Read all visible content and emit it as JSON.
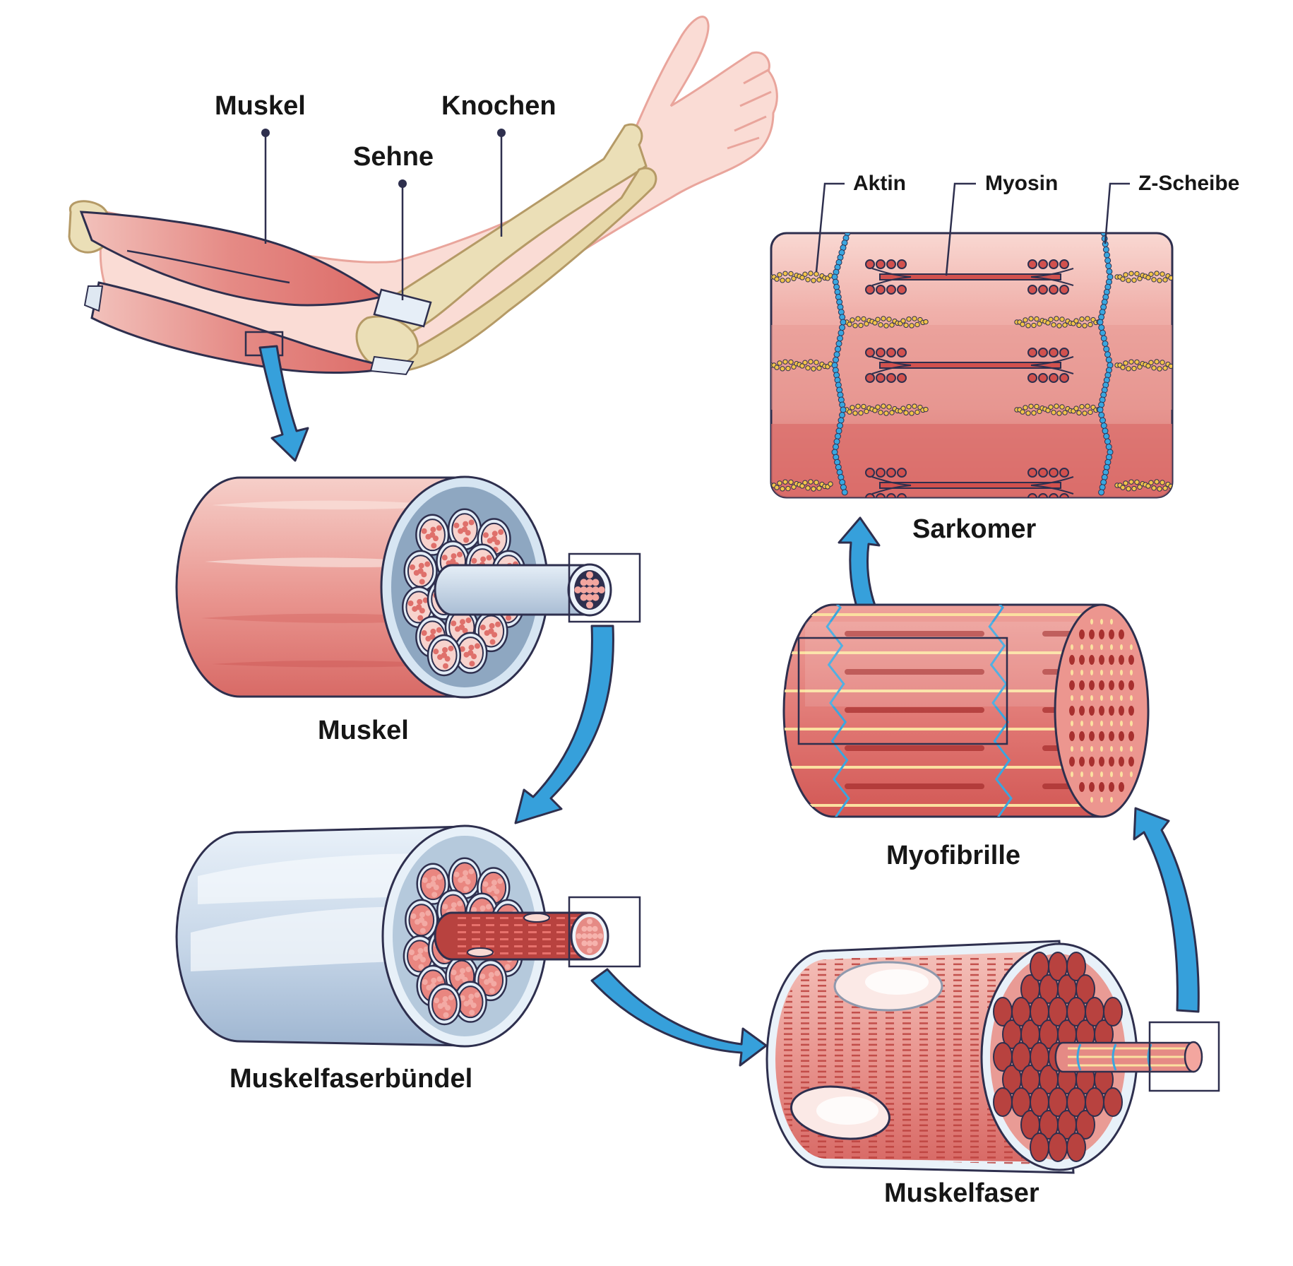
{
  "diagram": {
    "title": "Aufbau des Skelettmuskels",
    "language": "de",
    "colors": {
      "muscle": "#e07a76",
      "muscle_light": "#f3c3bd",
      "muscle_dark": "#b2403d",
      "tendon": "#dde9f5",
      "bone": "#e9dcb4",
      "skin": "#f9d9d2",
      "skin_outline": "#e9a59c",
      "outline": "#2e2f4e",
      "arrow": "#36a0db",
      "actin": "#f2c44a",
      "z_disc": "#3aa6df",
      "connective_tissue": "#cfe0ef",
      "myofibril_stripe": "#fbe0a0"
    },
    "arm_labels": {
      "muscle": "Muskel",
      "tendon": "Sehne",
      "bone": "Knochen"
    },
    "stages": [
      {
        "id": "muscle",
        "label": "Muskel"
      },
      {
        "id": "fascicle",
        "label": "Muskelfaserbündel"
      },
      {
        "id": "fiber",
        "label": "Muskelfaser"
      },
      {
        "id": "myofibril",
        "label": "Myofibrille"
      },
      {
        "id": "sarcomere",
        "label": "Sarkomer"
      }
    ],
    "sarcomere_labels": {
      "actin": "Aktin",
      "myosin": "Myosin",
      "z_disc": "Z-Scheibe"
    }
  }
}
